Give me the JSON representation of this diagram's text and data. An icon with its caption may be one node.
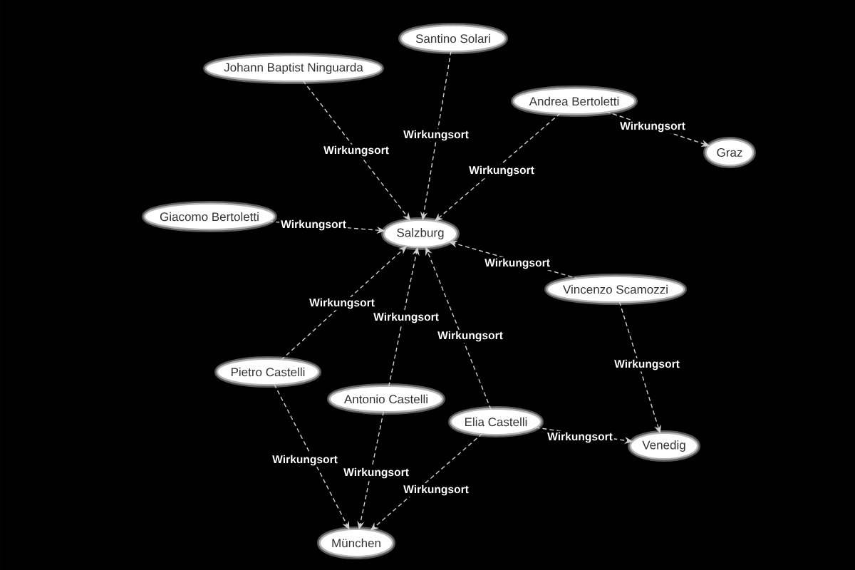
{
  "diagram": {
    "nodes": [
      {
        "text": [
          "Santino Solari"
        ]
      },
      {
        "text": [
          "Johann Baptist Ninguarda"
        ]
      },
      {
        "text": [
          "Andrea Bertoletti"
        ]
      },
      {
        "text": [
          "Graz"
        ]
      },
      {
        "text": [
          "Giacomo Bertoletti"
        ]
      },
      {
        "text": [
          "Salzburg"
        ]
      },
      {
        "text": [
          "Vincenzo Scamozzi"
        ]
      },
      {
        "text": [
          "Pietro Castelli"
        ]
      },
      {
        "text": [
          "Antonio Castelli"
        ]
      },
      {
        "text": [
          "Elia Castelli"
        ]
      },
      {
        "text": [
          "Venedig"
        ]
      },
      {
        "text": [
          "München"
        ]
      }
    ],
    "edges": [
      {
        "from": 0,
        "to": 5,
        "arrow": "to",
        "label": "Wirkungsort",
        "style": "dashed"
      },
      {
        "from": 1,
        "to": 5,
        "arrow": "to",
        "label": "Wirkungsort",
        "style": "dashed"
      },
      {
        "from": 2,
        "to": 5,
        "arrow": "to",
        "label": "Wirkungsort",
        "style": "dashed"
      },
      {
        "from": 2,
        "to": 3,
        "arrow": "to",
        "label": "Wirkungsort",
        "style": "dashed"
      },
      {
        "from": 4,
        "to": 5,
        "arrow": "to",
        "label": "Wirkungsort",
        "style": "dashed"
      },
      {
        "from": 6,
        "to": 5,
        "arrow": "to",
        "label": "Wirkungsort",
        "style": "dashed"
      },
      {
        "from": 6,
        "to": 10,
        "arrow": "to",
        "label": "Wirkungsort",
        "style": "dashed"
      },
      {
        "from": 7,
        "to": 5,
        "arrow": "to",
        "label": "Wirkungsort",
        "style": "dashed"
      },
      {
        "from": 7,
        "to": 11,
        "arrow": "to",
        "label": "Wirkungsort",
        "style": "dashed"
      },
      {
        "from": 8,
        "to": 5,
        "arrow": "to",
        "label": "Wirkungsort",
        "style": "dashed"
      },
      {
        "from": 8,
        "to": 11,
        "arrow": "to",
        "label": "Wirkungsort",
        "style": "dashed"
      },
      {
        "from": 9,
        "to": 5,
        "arrow": "to",
        "label": "Wirkungsort",
        "style": "dashed"
      },
      {
        "from": 9,
        "to": 10,
        "arrow": "to",
        "label": "Wirkungsort",
        "style": "dashed"
      },
      {
        "from": 9,
        "to": 11,
        "arrow": "to",
        "label": "Wirkungsort",
        "style": "dashed"
      }
    ]
  }
}
